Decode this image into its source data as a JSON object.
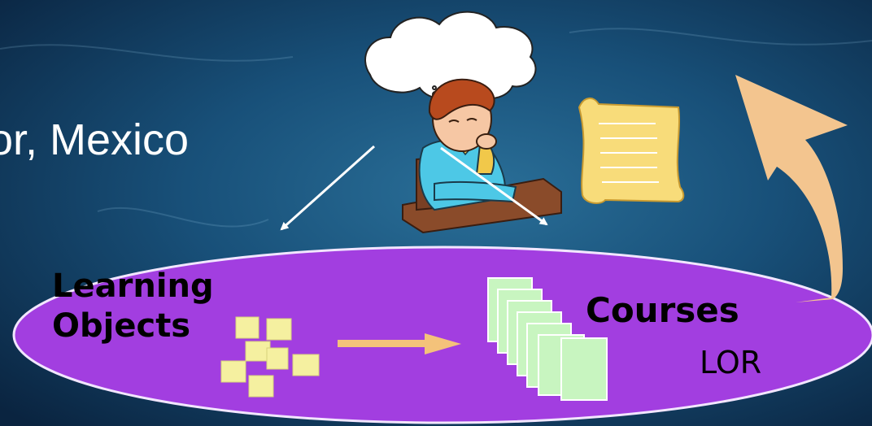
{
  "title_fragment": "or, Mexico",
  "repository": {
    "learning_objects_line1": "Learning",
    "learning_objects_line2": "Objects",
    "courses_label": "Courses",
    "lor_label": "LOR"
  },
  "colors": {
    "background_dark": "#0b2a4a",
    "background_light": "#1e5f8a",
    "ellipse_fill": "#a23ee0",
    "ellipse_stroke": "#f2e6ff",
    "learning_object_tile": "#f5f0a0",
    "course_page": "#c8f5c0",
    "flow_arrow": "#f4c27a",
    "curved_arrow": "#f8c890",
    "document": "#f8dc7a",
    "pointer_arrow": "#ffffff"
  },
  "icons": {
    "thinking_person": "person-thinking-icon",
    "thought_cloud": "thought-cloud-icon",
    "document": "document-scroll-icon"
  }
}
